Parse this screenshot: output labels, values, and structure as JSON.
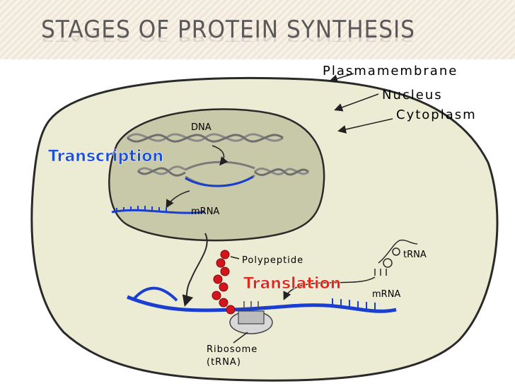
{
  "slide": {
    "title": "STAGES OF PROTEIN SYNTHESIS"
  },
  "labels": {
    "plasma_membrane": "Plasmamembrane",
    "nucleus": "Nucleus",
    "cytoplasm": "Cytoplasm",
    "dna": "DNA",
    "transcription": "Transcription",
    "mrna_nucleus": "mRNA",
    "polypeptide": "Polypeptide",
    "trna": "tRNA",
    "translation": "Translation",
    "mrna_cytoplasm": "mRNA",
    "ribosome": "Ribosome",
    "ribosome_sub": "(tRNA)"
  },
  "colors": {
    "title": "#5a5858",
    "cell_fill": "#ecebd3",
    "nucleus_fill": "#c8c9a8",
    "mrna_blue": "#1a3fd0",
    "polypeptide_red": "#d4141c",
    "process_label": "#1a4fd8"
  }
}
